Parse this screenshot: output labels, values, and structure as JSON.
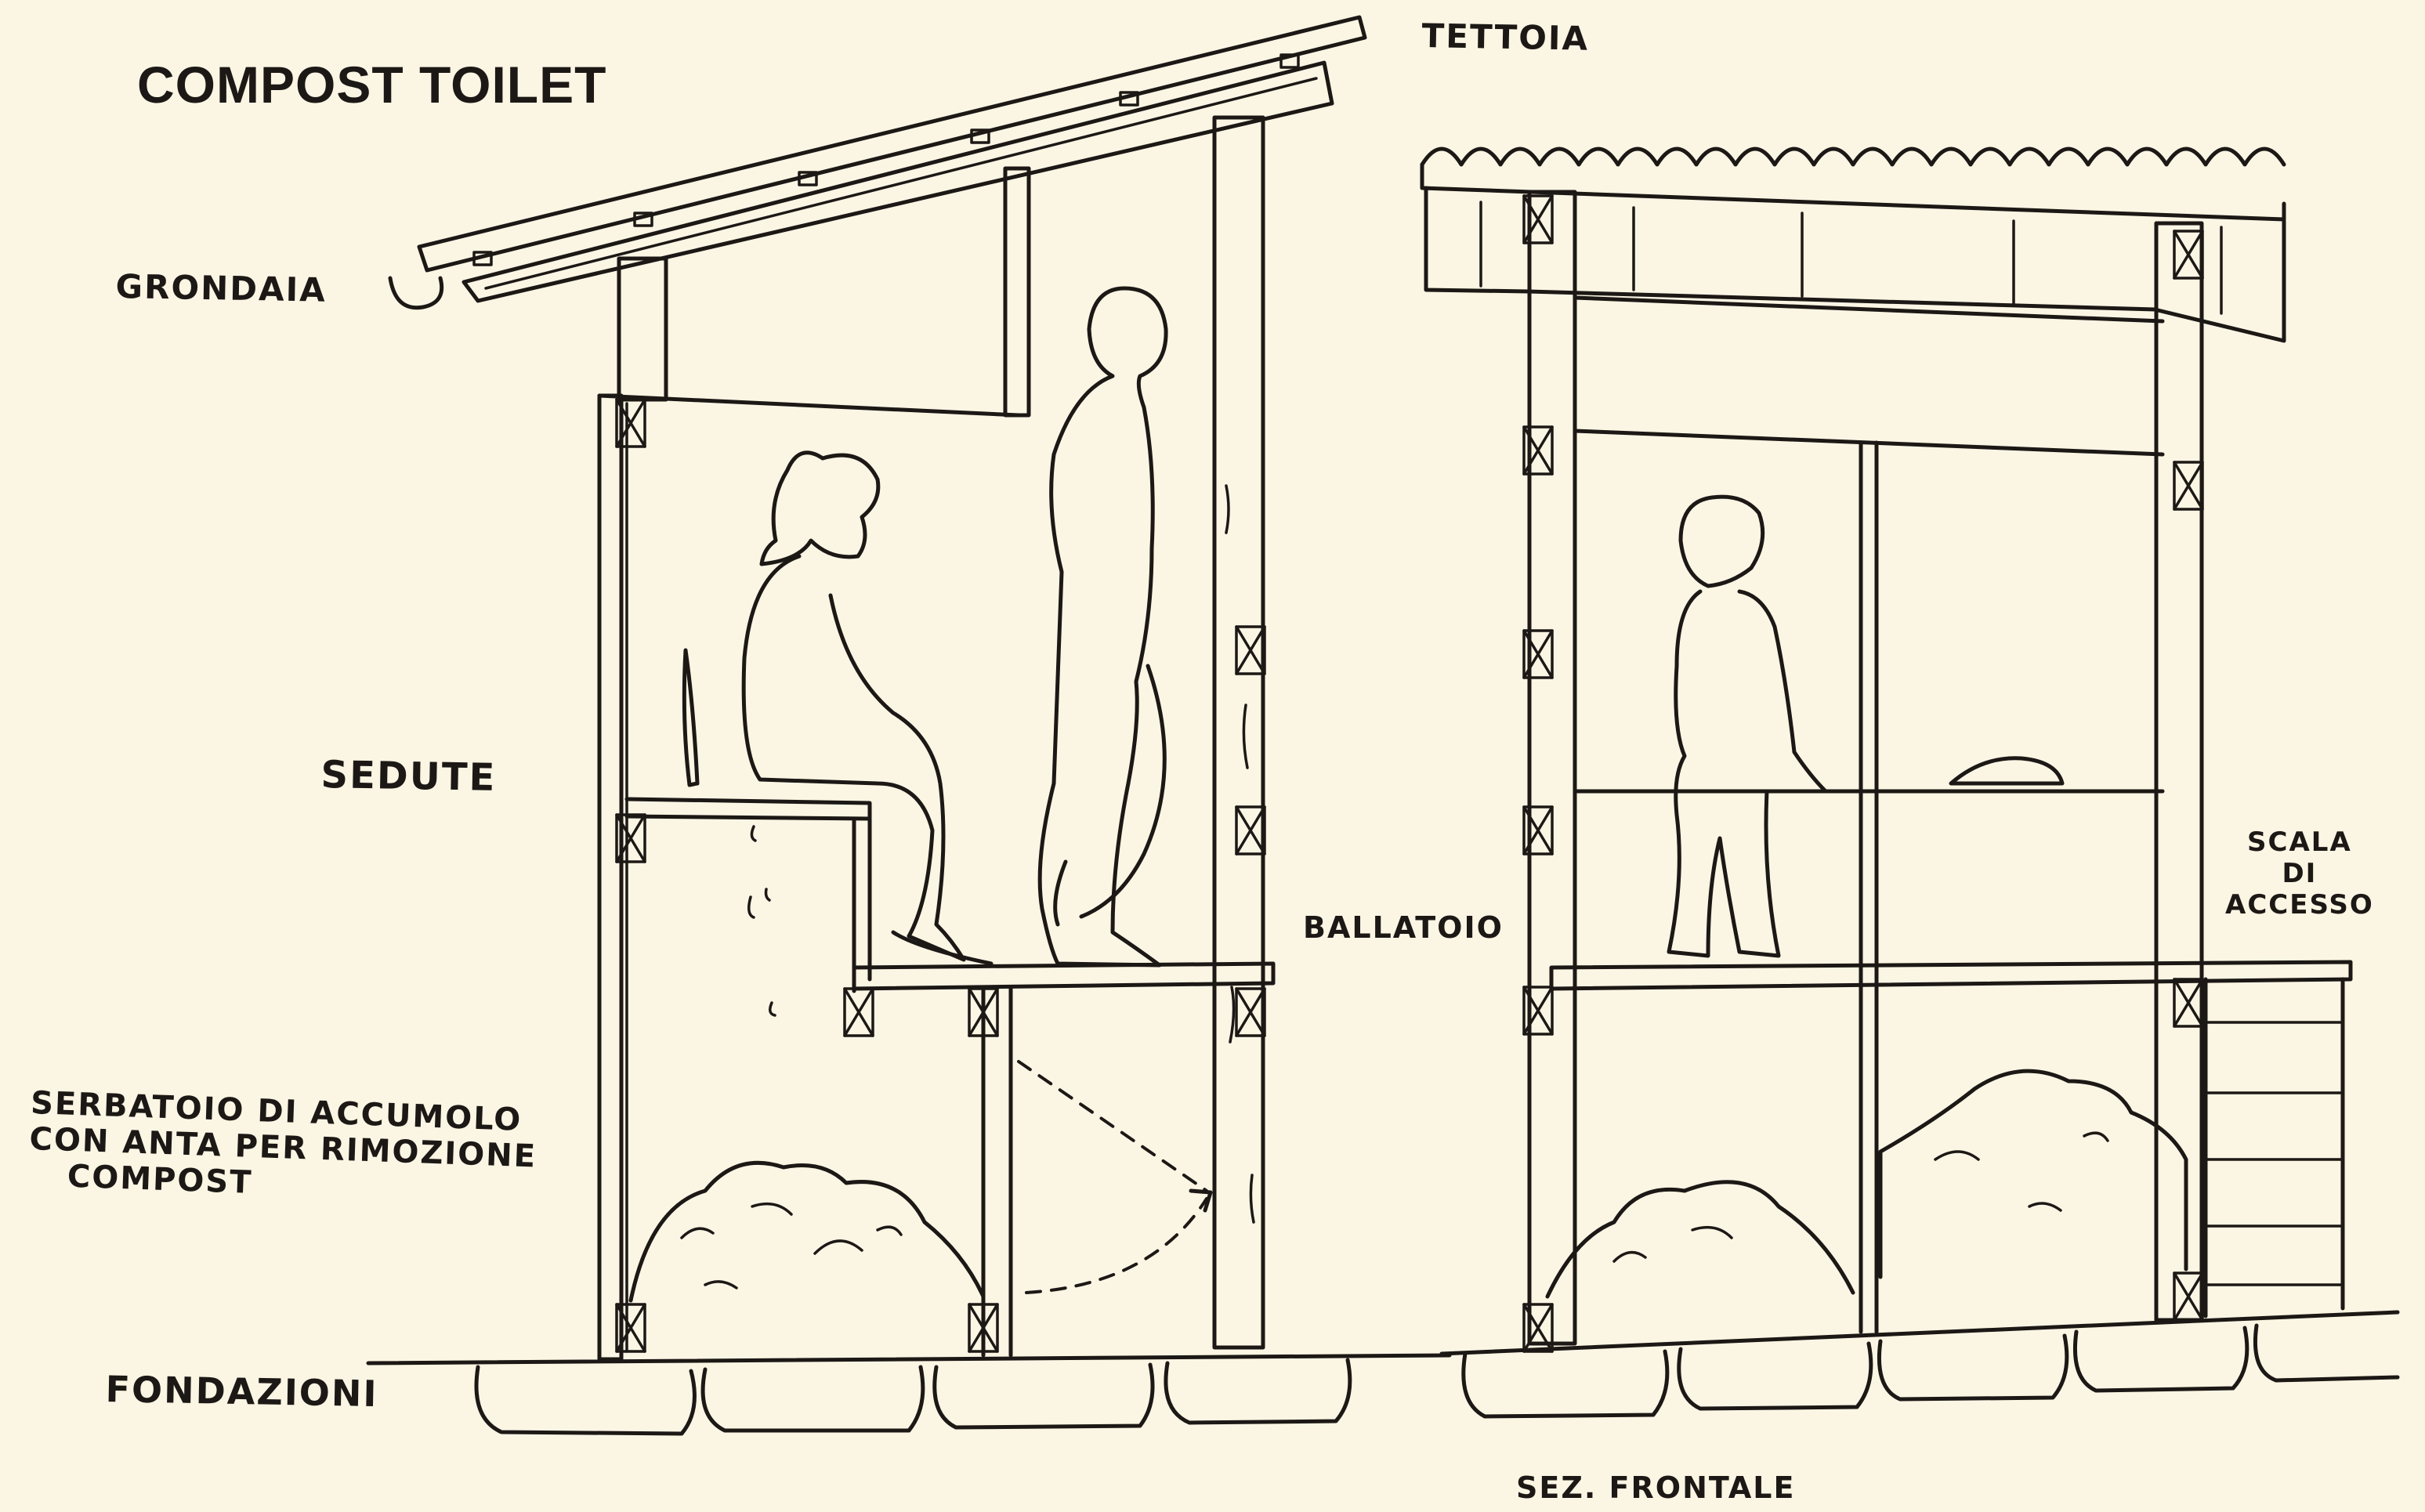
{
  "diagram": {
    "title": "COMPOST TOILET",
    "labels": {
      "tettoia": "TETTOIA",
      "grondaia": "GRONDAIA",
      "sedute": "SEDUTE",
      "ballatoio": "BALLATOIO",
      "serbatoio_lines": [
        "SERBATOIO DI ACCUMOLO",
        "CON ANTA PER RIMOZIONE",
        "COMPOST"
      ],
      "fondazioni": "FONDAZIONI",
      "scala_lines": [
        "SCALA",
        "DI",
        "ACCESSO"
      ],
      "sez_frontale": "SEZ. FRONTALE"
    }
  }
}
